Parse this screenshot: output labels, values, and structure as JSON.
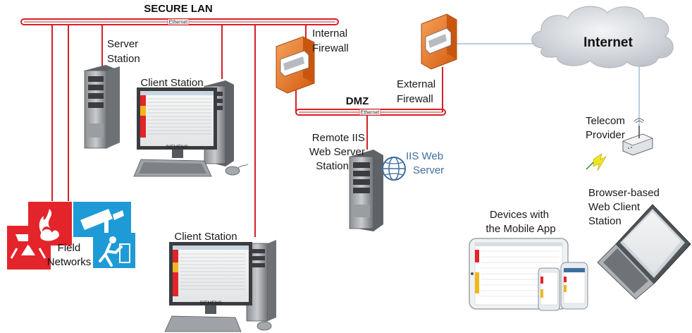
{
  "lan_title": "SECURE LAN",
  "dmz_title": "DMZ",
  "ethernet_label": "Ethernet",
  "internet_label": "Internet",
  "server_station": [
    "Server",
    "Station"
  ],
  "client_station_top": "Client Station",
  "client_station_bottom": "Client Station",
  "internal_firewall": [
    "Internal",
    "Firewall"
  ],
  "external_firewall": [
    "External",
    "Firewall"
  ],
  "remote_iis": [
    "Remote IIS",
    "Web Server",
    "Station"
  ],
  "iis_web_server": [
    "IIS Web",
    "Server"
  ],
  "telecom_provider": [
    "Telecom",
    "Provider"
  ],
  "browser_client": [
    "Browser-based",
    "Web Client",
    "Station"
  ],
  "mobile_devices": [
    "Devices with",
    "the Mobile App"
  ],
  "field_networks": [
    "Field",
    "Networks"
  ],
  "monitor_brand": "SIEMENS",
  "colors": {
    "network_red": "#d42027",
    "firewall_orange": "#e8731c",
    "link_blue": "#9fbfd6",
    "icon_red": "#e3242b",
    "icon_blue": "#1e9ad6"
  }
}
